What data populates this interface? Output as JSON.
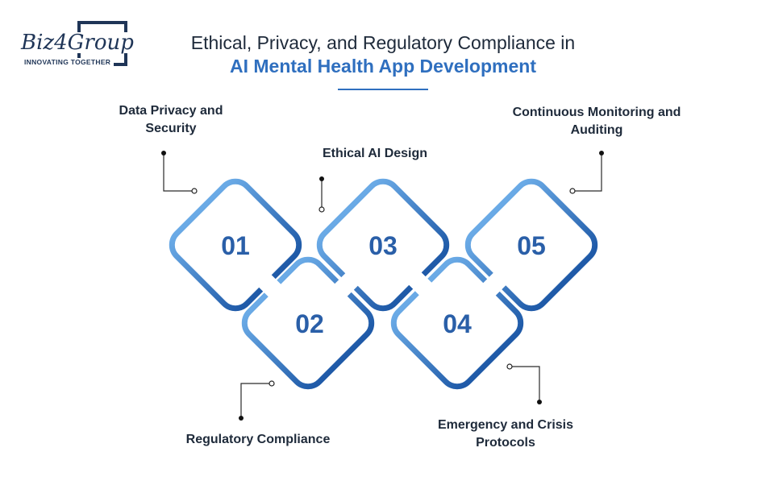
{
  "logo": {
    "name": "Biz4Group",
    "tagline": "INNOVATING TOGETHER"
  },
  "header": {
    "title": "Ethical, Privacy, and Regulatory Compliance in",
    "subtitle": "AI Mental Health App Development"
  },
  "steps": [
    {
      "number": "01",
      "label": "Data Privacy and Security"
    },
    {
      "number": "02",
      "label": "Regulatory Compliance"
    },
    {
      "number": "03",
      "label": "Ethical AI Design"
    },
    {
      "number": "04",
      "label": "Emergency and Crisis Protocols"
    },
    {
      "number": "05",
      "label": "Continuous Monitoring and Auditing"
    }
  ],
  "colors": {
    "accent": "#2f6fbf",
    "dark": "#1f3557",
    "text": "#1e2a3a",
    "gradient_start": "#5b9fe0",
    "gradient_end": "#1f5aa8"
  }
}
